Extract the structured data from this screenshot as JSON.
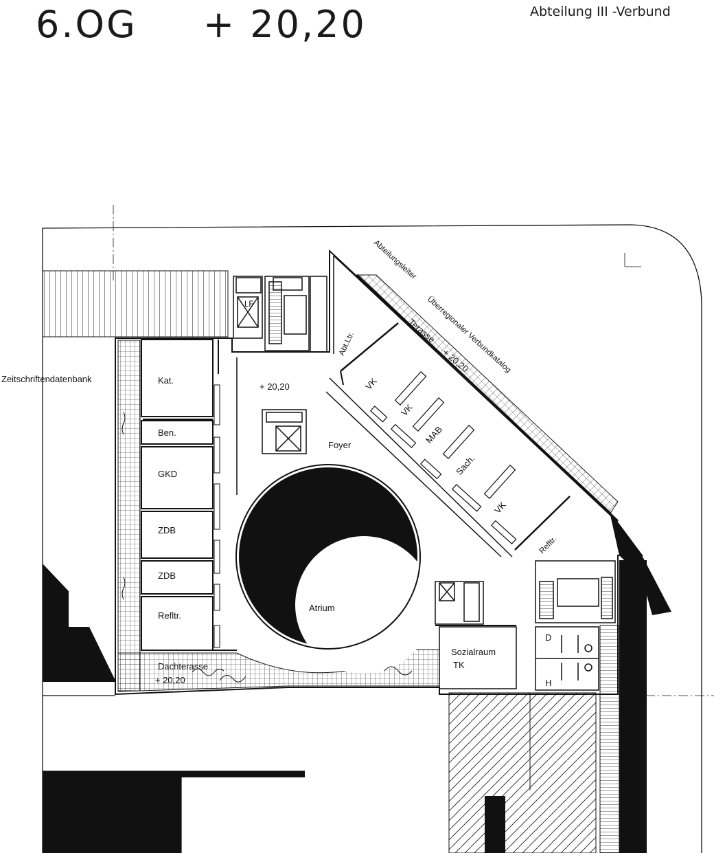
{
  "header": {
    "floor": "6.OG",
    "level": "+ 20,20",
    "department": "Abteilung III  -Verbund"
  },
  "rooms": {
    "kat": "Kat.",
    "ben": "Ben.",
    "gkd": "GKD",
    "zdb1": "ZDB",
    "zdb2": "ZDB",
    "refltr_left": "Refltr.",
    "foyer": "Foyer",
    "atrium": "Atrium",
    "foyer_level": "+  20,20",
    "sozialraum": "Sozialraum",
    "tk": "TK",
    "wc_d": "D",
    "wc_h": "H",
    "lf": "LF",
    "dachterasse": "Dachterasse",
    "dachterasse_level": "+ 20,20",
    "abt_ltr": "Abt.Ltr.",
    "vk1": "VK",
    "vk2": "VK",
    "vk3": "VK",
    "mab": "MAB",
    "sach": "Sach.",
    "refltr_right": "Refltr.",
    "terasse": "Terasse",
    "terasse_level": "+ 20,20"
  },
  "annotations": {
    "zeitschriftendatenbank": "Zeitschriftendatenbank",
    "abteilungsleiter": "Abteilungsleiter",
    "verbundkatalog": "Überregionaler Verbundkatalog"
  },
  "colors": {
    "ink": "#111111",
    "paper": "#ffffff"
  }
}
